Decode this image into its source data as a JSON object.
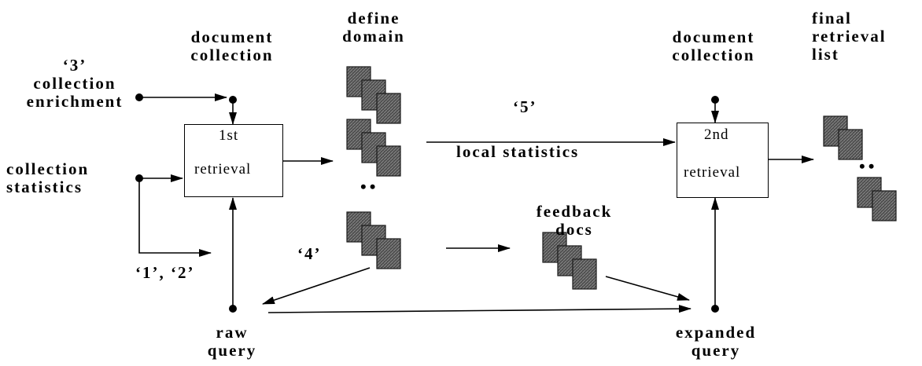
{
  "labels": {
    "doc_collection_1": [
      "document",
      "collection"
    ],
    "collection_enrichment": [
      "‘3’",
      "collection",
      "enrichment"
    ],
    "collection_statistics": [
      "collection",
      "statistics"
    ],
    "runs_1_2": "‘1’, ‘2’",
    "define_domain": [
      "define",
      "domain"
    ],
    "run_5": "‘5’",
    "local_statistics": "local statistics",
    "run_4": "‘4’",
    "feedback_docs": [
      "feedback",
      "docs"
    ],
    "doc_collection_2": [
      "document",
      "collection"
    ],
    "final_retrieval_list": [
      "final",
      "retrieval",
      "list"
    ],
    "raw_query": [
      "raw",
      "query"
    ],
    "expanded_query": [
      "expanded",
      "query"
    ],
    "ellipsis": "••"
  },
  "boxes": {
    "first_retrieval": [
      "1st",
      "retrieval"
    ],
    "second_retrieval": [
      "2nd",
      "retrieval"
    ]
  },
  "colors": {
    "doc_fill": "#555555",
    "doc_hatch": "#8a8a8a",
    "line": "#000000"
  }
}
